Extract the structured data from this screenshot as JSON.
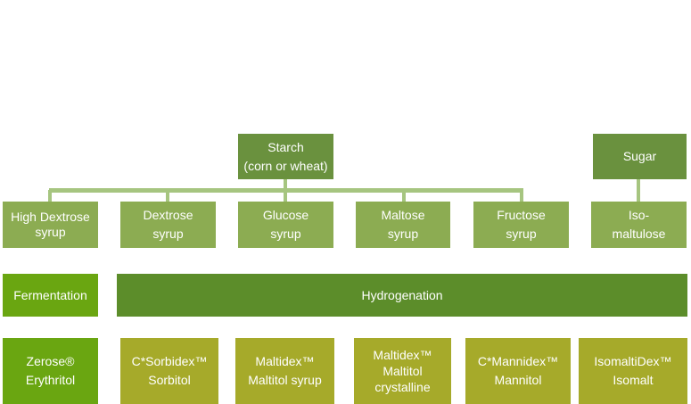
{
  "sources": {
    "starch": "Starch\n(corn or wheat)",
    "sugar": "Sugar"
  },
  "syrups": [
    "High Dextrose\nsyrup",
    "Dextrose\nsyrup",
    "Glucose\nsyrup",
    "Maltose\nsyrup",
    "Fructose\nsyrup",
    "Iso-\nmaltulose"
  ],
  "processes": {
    "fermentation": "Fermentation",
    "hydrogenation": "Hydrogenation"
  },
  "products": [
    "Zerose®\nErythritol",
    "C*Sorbidex™\nSorbitol",
    "Maltidex™\nMaltitol syrup",
    "Maltidex™\nMaltitol\ncrystalline",
    "C*Mannidex™\nMannitol",
    "IsomaltiDex™\nIsomalt"
  ],
  "colors": {
    "source": "#6a913e",
    "syrup": "#8cac52",
    "hydrogenation": "#5c8d2a",
    "fermentation": "#6aa611",
    "product_erythritol": "#6aa611",
    "product": "#a6aa2a",
    "connector": "#a6c580"
  }
}
